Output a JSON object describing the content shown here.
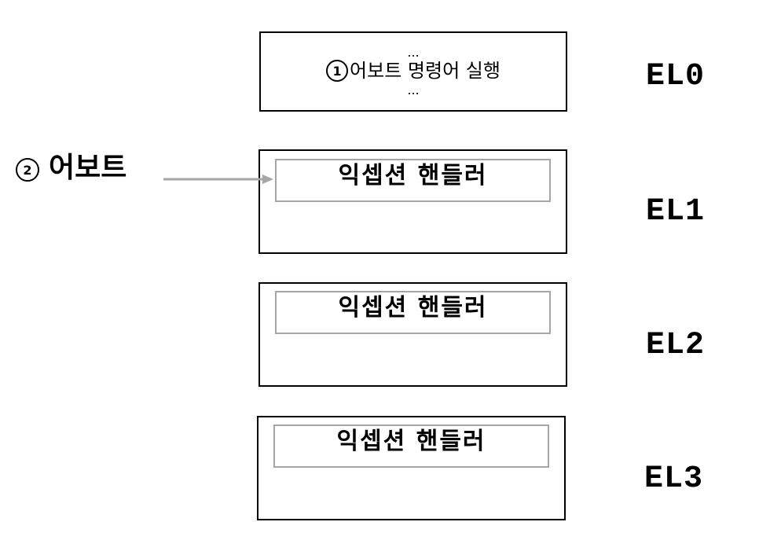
{
  "diagram": {
    "el0": {
      "label": "EL0",
      "ellipsis_top": "...",
      "step_number": "1",
      "text": "어보트 명령어 실행",
      "ellipsis_bottom": "..."
    },
    "el1": {
      "label": "EL1",
      "handler": "익셉션 핸들러"
    },
    "el2": {
      "label": "EL2",
      "handler": "익셉션 핸들러"
    },
    "el3": {
      "label": "EL3",
      "handler": "익셉션 핸들러"
    },
    "abort": {
      "step_number": "2",
      "text": "어보트"
    },
    "colors": {
      "border": "#000000",
      "handler_border": "#a6a6a6",
      "arrow": "#a6a6a6"
    }
  }
}
